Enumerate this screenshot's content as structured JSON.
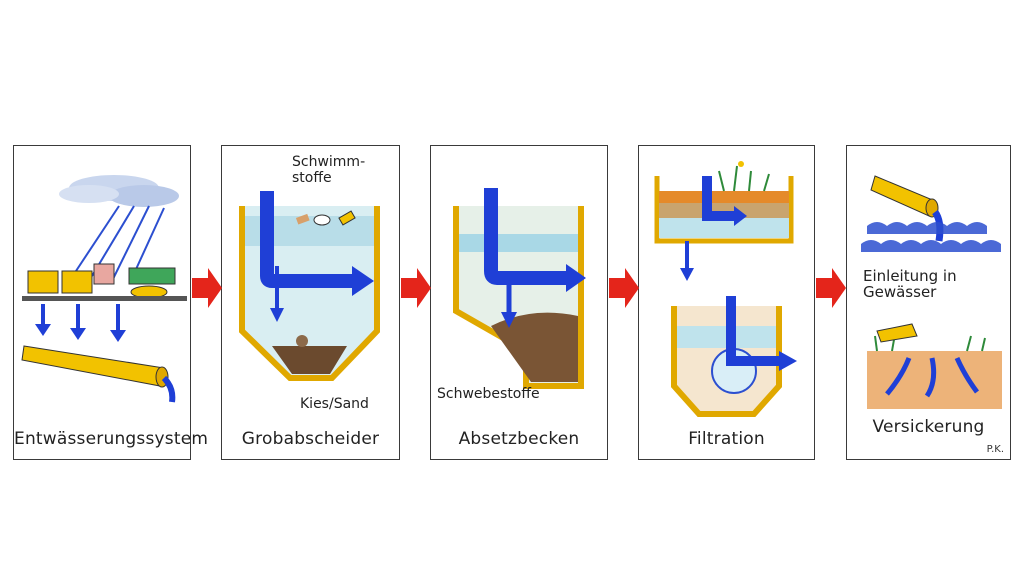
{
  "steps": [
    {
      "id": "entwaesserung",
      "label": "Entwässerungssystem"
    },
    {
      "id": "grobabscheider",
      "label": "Grobabscheider",
      "notes": [
        "Schwimm-\nstoffe",
        "Kies/Sand"
      ]
    },
    {
      "id": "absetzbecken",
      "label": "Absetzbecken",
      "notes": [
        "Schwebestoffe"
      ]
    },
    {
      "id": "filtration",
      "label": "Filtration"
    },
    {
      "id": "final",
      "label_top": "Einleitung in\nGewässer",
      "label_bottom": "Versickerung"
    }
  ],
  "signature": "P.K.",
  "colors": {
    "flow": "#1f3fd6",
    "pipe": "#f2c200",
    "water": "#8fc9de",
    "sediment": "#6b4a2e",
    "transition_arrow": "#e4251b"
  }
}
